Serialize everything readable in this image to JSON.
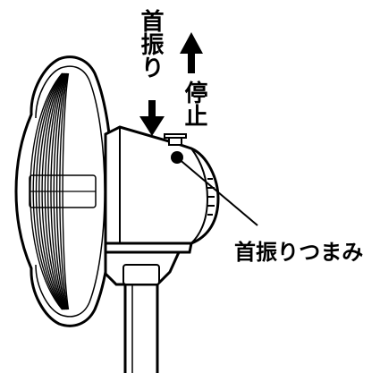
{
  "labels": {
    "oscillate": "首振り",
    "stop": "停止",
    "knob": "首振りつまみ"
  },
  "arrows": {
    "up_icon": "arrow-up-icon",
    "down_icon": "arrow-down-icon"
  },
  "colors": {
    "ink": "#000000",
    "background": "#ffffff"
  }
}
